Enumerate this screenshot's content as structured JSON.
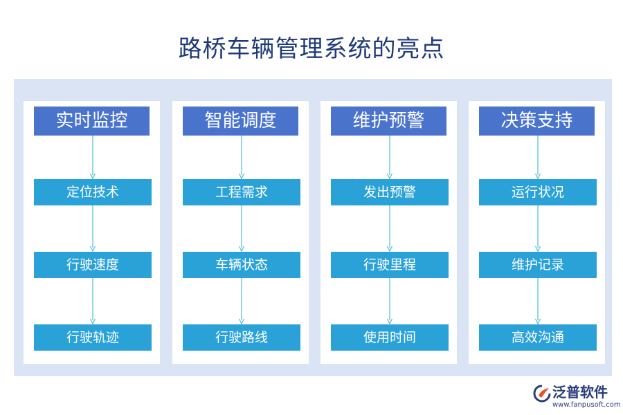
{
  "title": "路桥车辆管理系统的亮点",
  "columns": [
    {
      "header": "实时监控",
      "items": [
        "定位技术",
        "行驶速度",
        "行驶轨迹"
      ]
    },
    {
      "header": "智能调度",
      "items": [
        "工程需求",
        "车辆状态",
        "行驶路线"
      ]
    },
    {
      "header": "维护预警",
      "items": [
        "发出预警",
        "行驶里程",
        "使用时间"
      ]
    },
    {
      "header": "决策支持",
      "items": [
        "运行状况",
        "维护记录",
        "高效沟通"
      ]
    }
  ],
  "logo": {
    "name": "泛普软件",
    "url": "www.fanpusoft.com",
    "icon": "fanpu-logo-icon"
  },
  "colors": {
    "title": "#1f3a78",
    "frame": "#dbe4f5",
    "header": "#4a73cc",
    "box": "#2aa2d8",
    "arrow": "#4bbfd0"
  }
}
